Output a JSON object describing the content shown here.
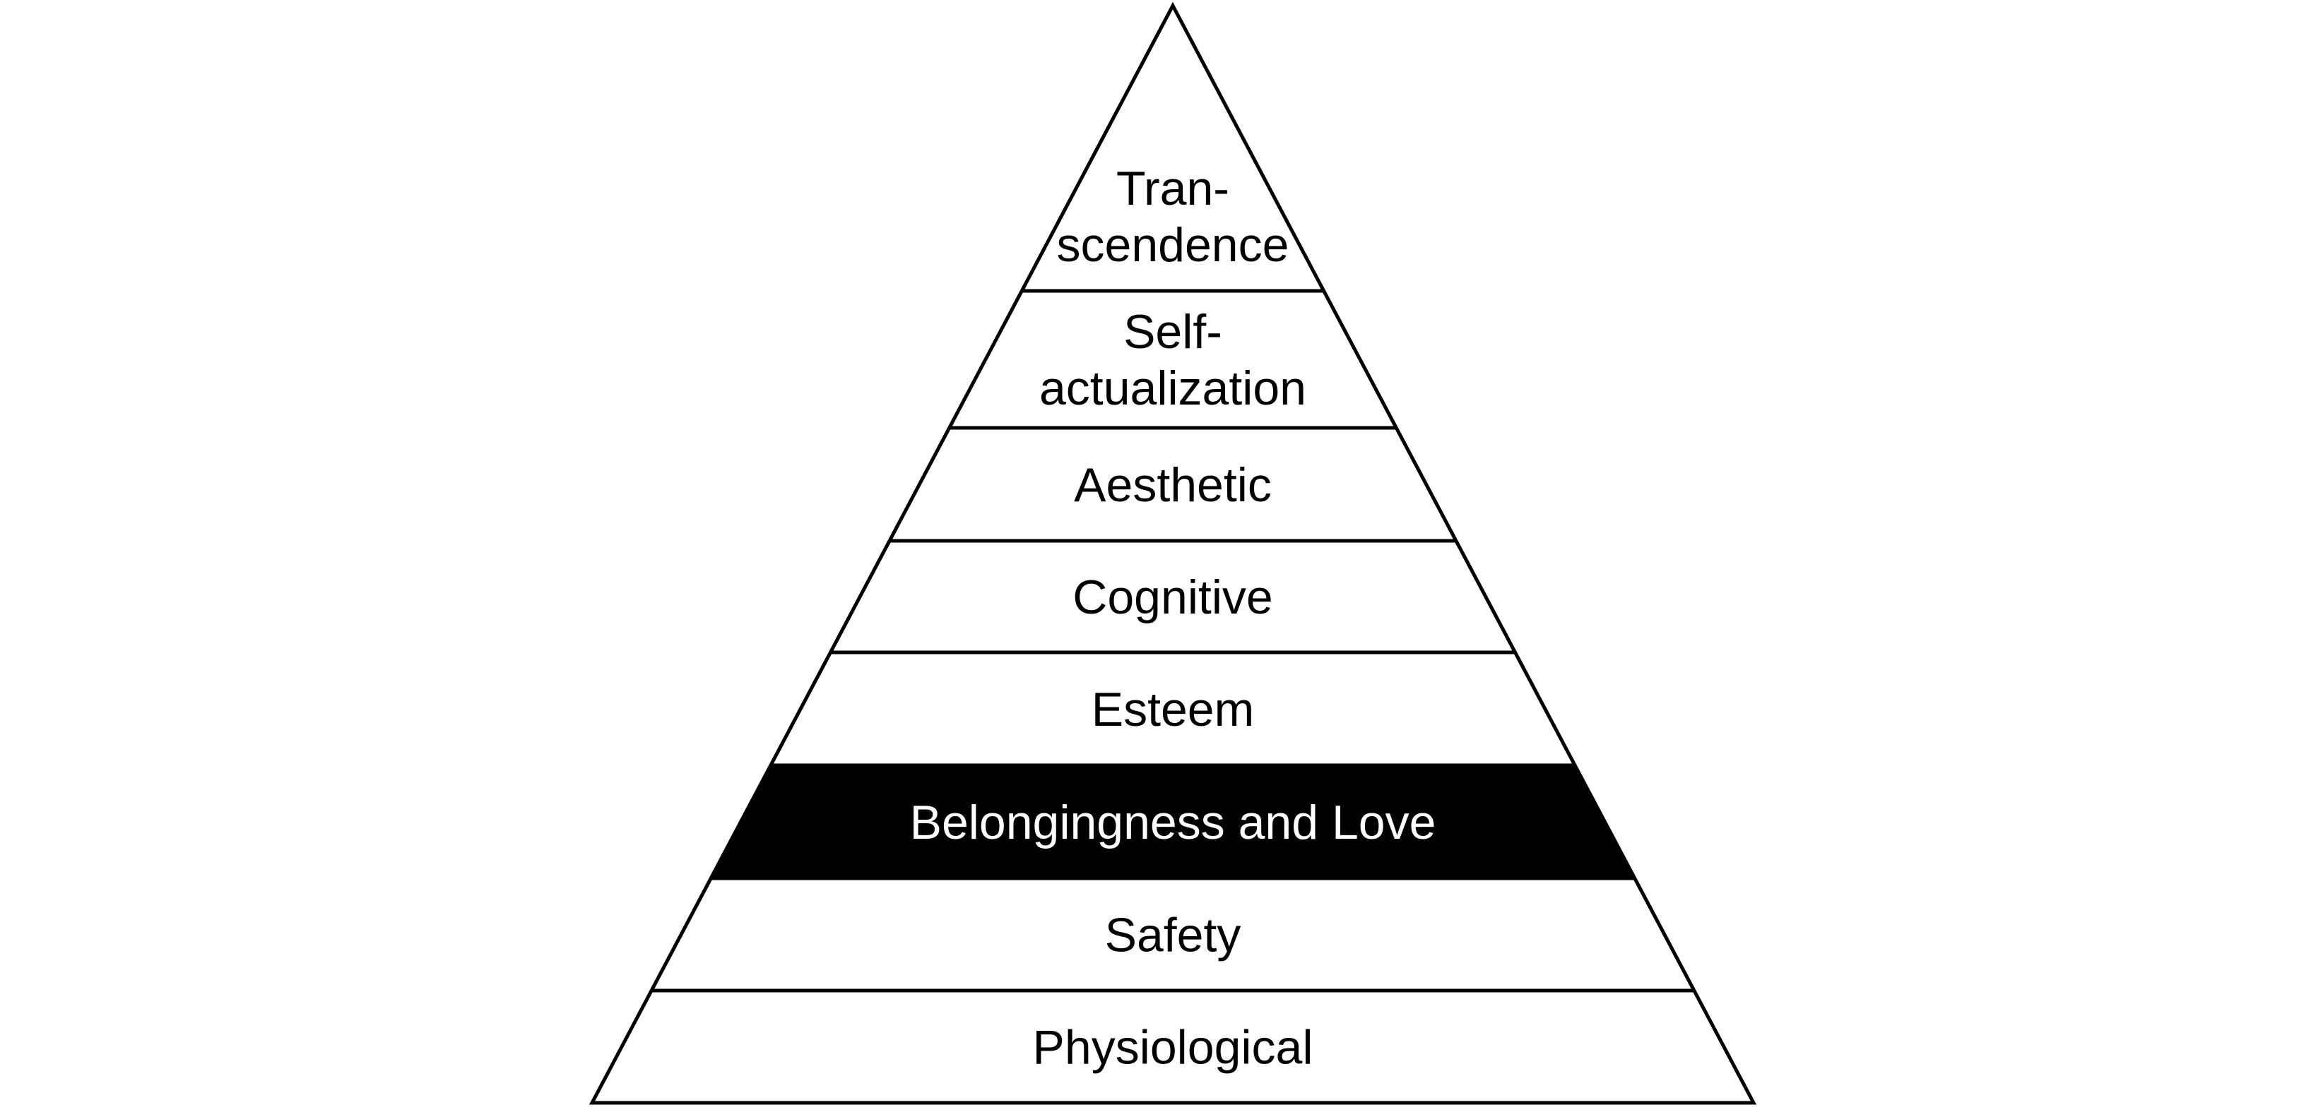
{
  "diagram": {
    "type": "pyramid",
    "levels": [
      {
        "lines": [
          "Tran-",
          "scendence"
        ],
        "highlighted": false
      },
      {
        "lines": [
          "Self-",
          "actualization"
        ],
        "highlighted": false
      },
      {
        "lines": [
          "Aesthetic"
        ],
        "highlighted": false
      },
      {
        "lines": [
          "Cognitive"
        ],
        "highlighted": false
      },
      {
        "lines": [
          "Esteem"
        ],
        "highlighted": false
      },
      {
        "lines": [
          "Belongingness and Love"
        ],
        "highlighted": true
      },
      {
        "lines": [
          "Safety"
        ],
        "highlighted": false
      },
      {
        "lines": [
          "Physiological"
        ],
        "highlighted": false
      }
    ],
    "colors": {
      "line": "#000000",
      "highlight_fill": "#000000",
      "highlight_text": "#ffffff",
      "text": "#000000",
      "background": "#ffffff"
    }
  }
}
